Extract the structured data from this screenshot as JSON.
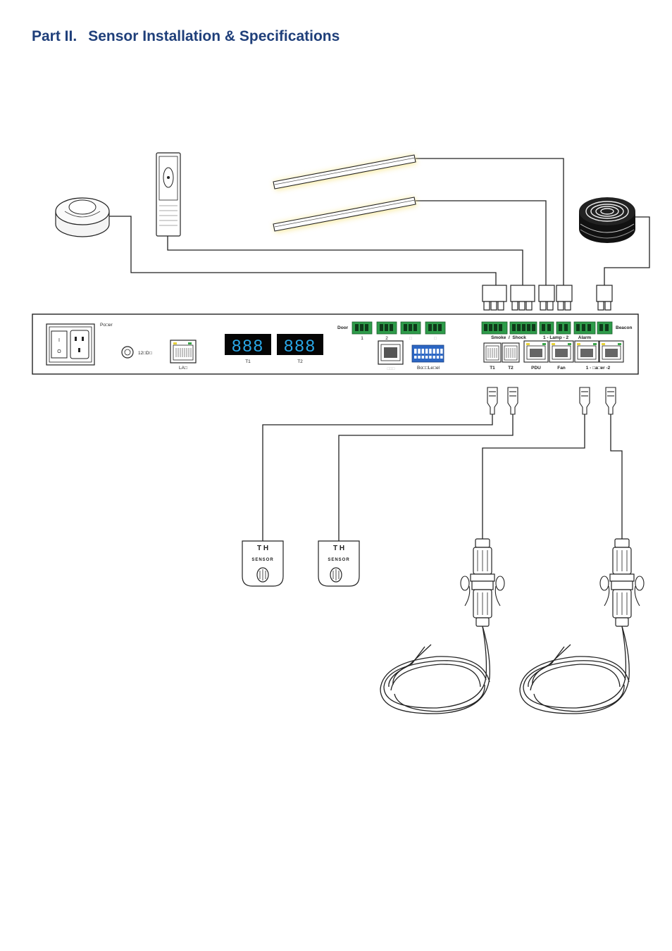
{
  "page": {
    "part": "Part II.",
    "heading": "Sensor Installation & Specifications"
  },
  "panel": {
    "power_label": "Po□er",
    "dc_label": "12□D□",
    "lan_label": "LA□",
    "display_t1_value": "888",
    "display_t2_value": "888",
    "display_t1_label": "T1",
    "display_t2_label": "T2",
    "door_label": "Door",
    "door_1_label": "1",
    "door_2_label": "2",
    "door_3_label": "□",
    "door_4_label": "□",
    "rs485_label": "□□□",
    "board_level_label": "Bo□□Le□el",
    "smoke_shock_label": "Smoke  /  Shock",
    "lamp_label": "1 - Lamp - 2",
    "alarm_label": "Alarm",
    "beacon_label": "Beacon",
    "port_t1_label": "T1",
    "port_t2_label": "T2",
    "port_pdu_label": "PDU",
    "port_fan_label": "Fan",
    "port_water_label": "1 - □a□er -2"
  },
  "sensors": {
    "th_1_title": "T H",
    "th_1_sub": "SENSOR",
    "th_2_title": "T H",
    "th_2_sub": "SENSOR"
  },
  "colors": {
    "heading": "#1f3f7a",
    "terminal_green": "#2e9c4a",
    "display_digits": "#2aa8e8",
    "dip_switch": "#2b66c4",
    "lamp_glow": "#f5e27a"
  }
}
